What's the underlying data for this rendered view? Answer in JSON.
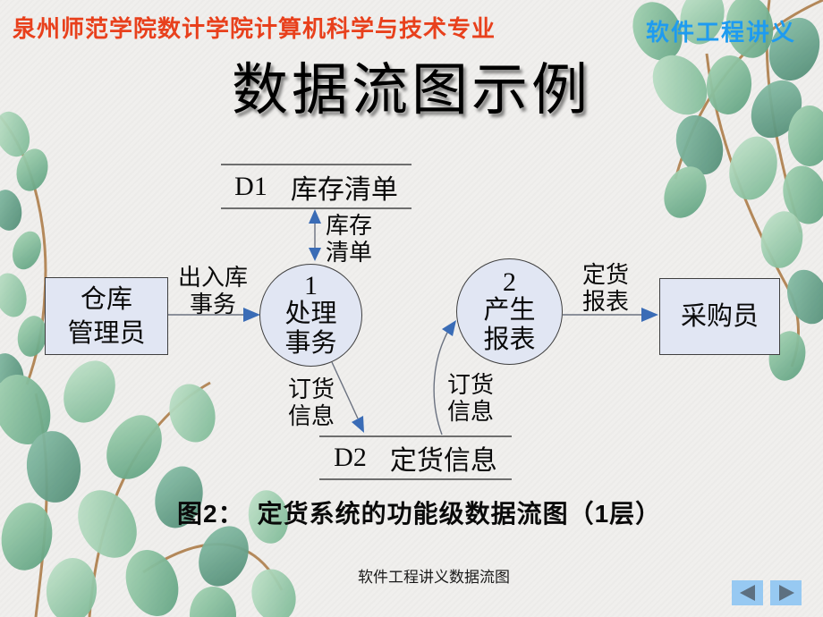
{
  "header": {
    "left_text": "泉州师范学院数计学院计算机科学与技术专业",
    "right_text": "软件工程讲义",
    "left_color": "#e8401c",
    "right_color": "#1e9bf0"
  },
  "title": "数据流图示例",
  "diagram": {
    "stores": [
      {
        "id": "D1",
        "name": "库存清单"
      },
      {
        "id": "D2",
        "name": "定货信息"
      }
    ],
    "processes": [
      {
        "number": "1",
        "line1": "处理",
        "line2": "事务"
      },
      {
        "number": "2",
        "line1": "产生",
        "line2": "报表"
      }
    ],
    "entities": [
      {
        "line1": "仓库",
        "line2": "管理员"
      },
      {
        "line1": "采购员"
      }
    ],
    "flow_labels": {
      "inout": {
        "line1": "出入库",
        "line2": "事务"
      },
      "stock": {
        "line1": "库存",
        "line2": "清单"
      },
      "report": {
        "line1": "定货",
        "line2": "报表"
      },
      "order_left": {
        "line1": "订货",
        "line2": "信息"
      },
      "order_right": {
        "line1": "订货",
        "line2": "信息"
      }
    },
    "colors": {
      "arrowhead": "#3a6cb6",
      "connector_line": "#6b7280",
      "shape_fill": "#e1e6f3",
      "store_line": "#6e6e6e"
    }
  },
  "caption": "图2：　定货系统的功能级数据流图（1层）",
  "footer": "软件工程讲义数据流图",
  "nav": {
    "prev_label": "previous slide",
    "next_label": "next slide",
    "button_color": "#97c9f2",
    "triangle_color": "#5d7081"
  }
}
